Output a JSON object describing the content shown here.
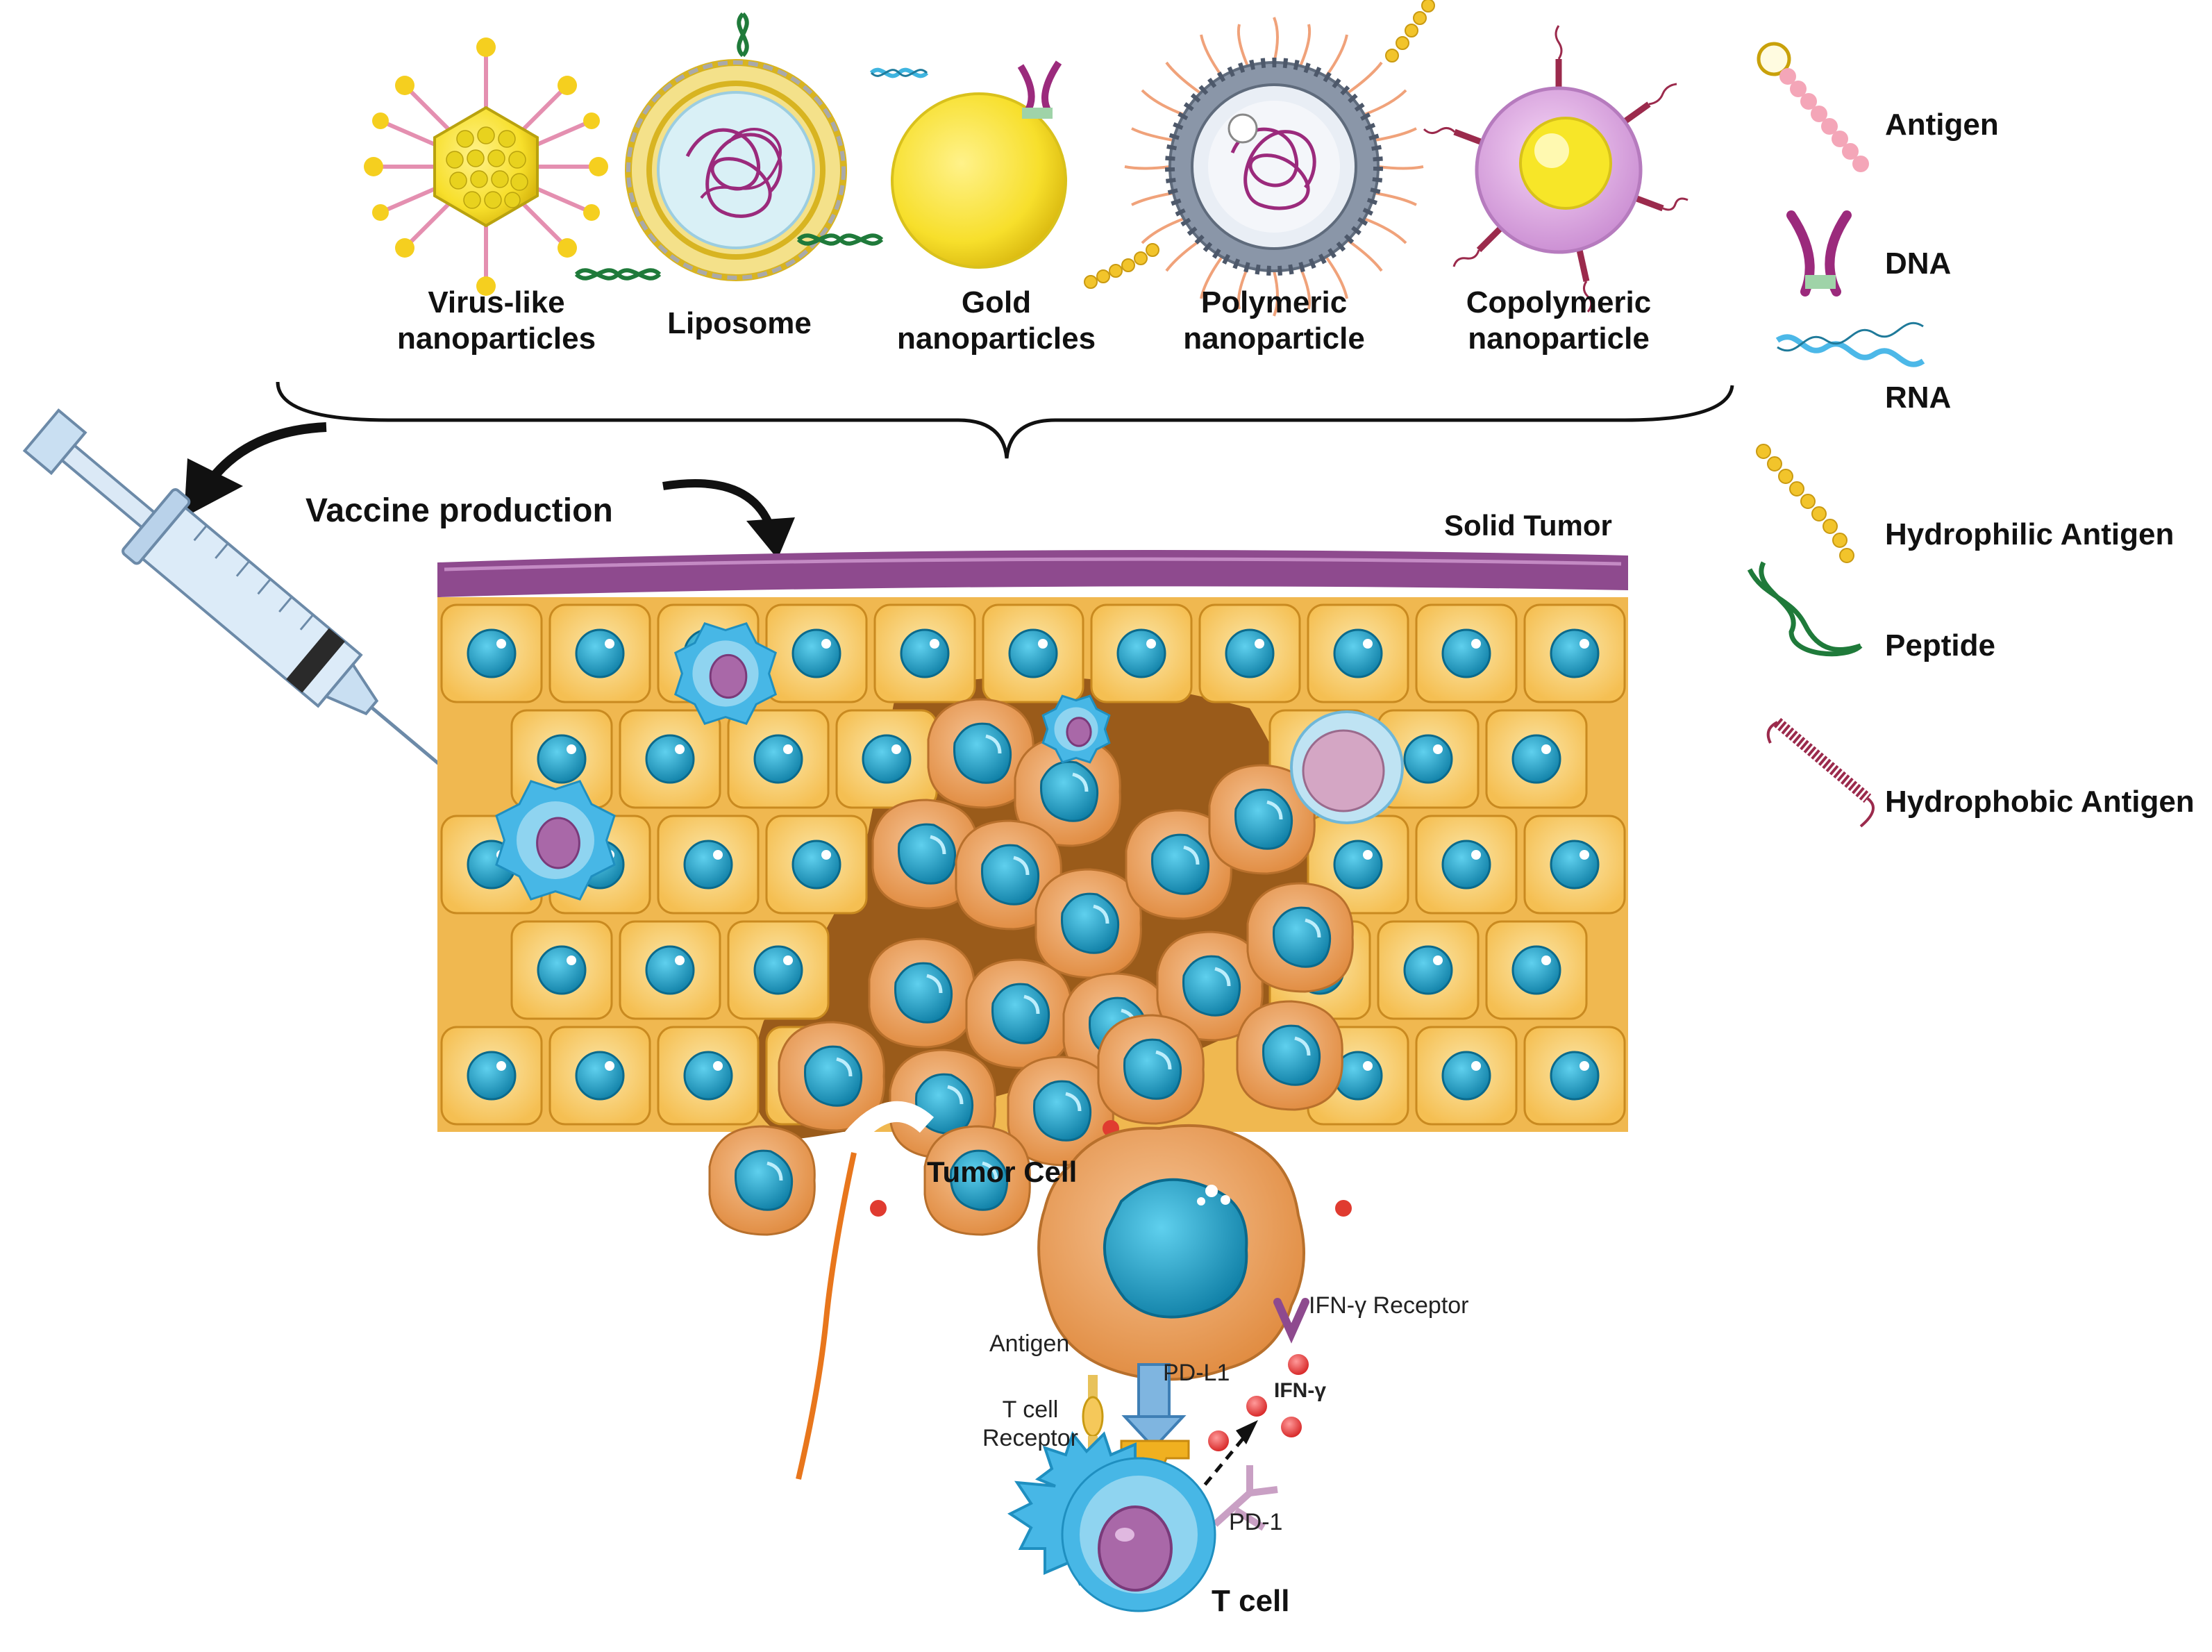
{
  "nanoparticles": [
    {
      "id": "vlp",
      "line1": "Virus-like",
      "line2": "nanoparticles"
    },
    {
      "id": "liposome",
      "line1": "Liposome",
      "line2": ""
    },
    {
      "id": "gold",
      "line1": "Gold",
      "line2": "nanoparticles"
    },
    {
      "id": "polymeric",
      "line1": "Polymeric",
      "line2": "nanoparticle"
    },
    {
      "id": "copolymeric",
      "line1": "Copolymeric",
      "line2": "nanoparticle"
    }
  ],
  "legend": [
    {
      "id": "antigen",
      "label": "Antigen",
      "color": "#f4a6b8"
    },
    {
      "id": "dna",
      "label": "DNA",
      "color": "#9b2a7c"
    },
    {
      "id": "rna",
      "label": "RNA",
      "color": "#4cb8e8"
    },
    {
      "id": "hydrophilic",
      "label": "Hydrophilic Antigen",
      "color": "#f2c42b"
    },
    {
      "id": "peptide",
      "label": "Peptide",
      "color": "#1f7a3a"
    },
    {
      "id": "hydrophobic",
      "label": "Hydrophobic Antigen",
      "color": "#9b2a4c"
    }
  ],
  "labels": {
    "vaccine_production": "Vaccine production",
    "solid_tumor": "Solid Tumor",
    "tumor_cell": "Tumor Cell",
    "t_cell": "T cell",
    "ifn_receptor": "IFN-γ Receptor",
    "antigen": "Antigen",
    "pd_l1": "PD-L1",
    "ifn_gamma": "IFN-γ",
    "tcr_line1": "T cell",
    "tcr_line2": "Receptor",
    "pd_1": "PD-1"
  },
  "colors": {
    "normal_cell": "#f6c45a",
    "tumor_cell": "#e89a55",
    "nucleus": "#1e9bbf",
    "tumor_membrane": "#8e4a8e",
    "immune_cell": "#47b7e6",
    "stroma": "#9a5b1a"
  }
}
